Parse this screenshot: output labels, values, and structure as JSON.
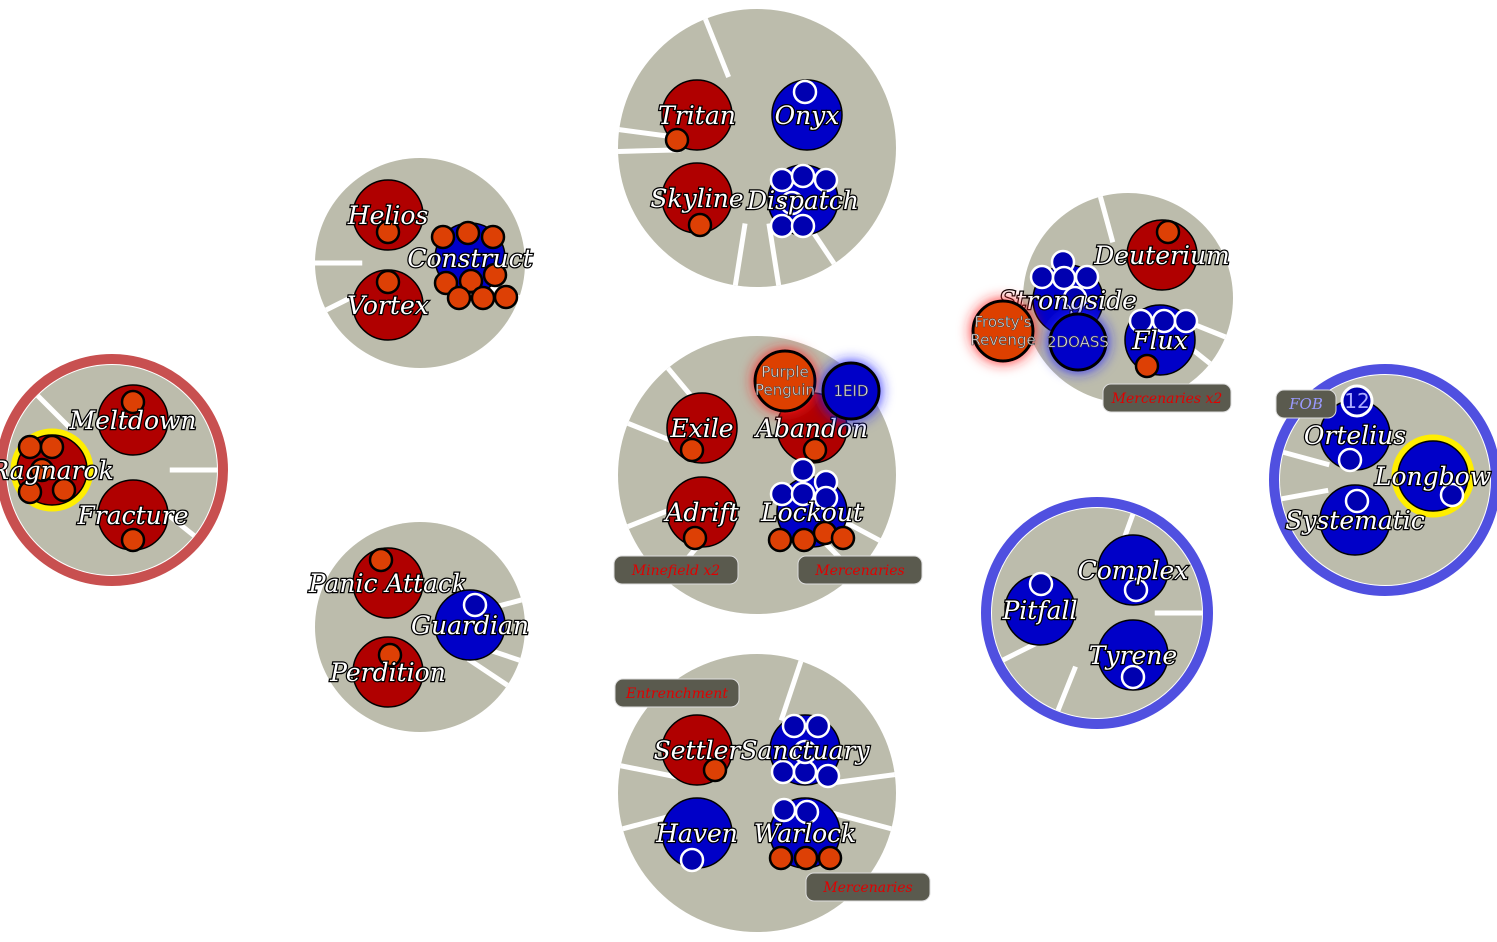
{
  "colors": {
    "red": "#b00000",
    "blue": "#0000c8",
    "orange": "#dd4005",
    "zone": "#bcbcac",
    "ring_red": "#c85050",
    "ring_blue": "#5050e0",
    "tag_bg": "#5a5a4e",
    "yellow": "#ffee00"
  },
  "zones": [
    {
      "id": "top-center",
      "bases": [
        {
          "name": "Tritan",
          "team": "red",
          "markers": {
            "team": "orange",
            "count": 1
          }
        },
        {
          "name": "Onyx",
          "team": "blue",
          "markers": {
            "team": "blue",
            "count": 1
          }
        },
        {
          "name": "Skyline",
          "team": "red",
          "markers": {
            "team": "orange",
            "count": 1
          }
        },
        {
          "name": "Dispatch",
          "team": "blue",
          "markers": {
            "team": "blue",
            "count": 6
          }
        }
      ]
    },
    {
      "id": "top-left",
      "bases": [
        {
          "name": "Helios",
          "team": "red",
          "markers": {
            "team": "orange",
            "count": 1
          }
        },
        {
          "name": "Construct",
          "team": "blue",
          "markers": {
            "team": "orange",
            "count": 8
          }
        },
        {
          "name": "Vortex",
          "team": "red",
          "markers": {
            "team": "orange",
            "count": 1
          }
        }
      ]
    },
    {
      "id": "left",
      "ring": "red",
      "bases": [
        {
          "name": "Meltdown",
          "team": "red",
          "markers": {
            "team": "orange",
            "count": 1
          }
        },
        {
          "name": "Ragnarok",
          "team": "red",
          "highlight": true,
          "markers": {
            "team": "orange",
            "count": 5
          }
        },
        {
          "name": "Fracture",
          "team": "red",
          "markers": {
            "team": "orange",
            "count": 1
          }
        }
      ]
    },
    {
      "id": "center",
      "bases": [
        {
          "name": "Exile",
          "team": "red",
          "markers": {
            "team": "orange",
            "count": 1
          }
        },
        {
          "name": "Abandon",
          "team": "red",
          "markers": {
            "team": "orange",
            "count": 1
          }
        },
        {
          "name": "Adrift",
          "team": "red",
          "markers": {
            "team": "orange",
            "count": 1
          }
        },
        {
          "name": "Lockout",
          "team": "blue",
          "markers": {
            "team": "mixed",
            "count": 9
          }
        }
      ],
      "squads": [
        {
          "name": "Purple Penguin",
          "team": "orange"
        },
        {
          "name": "1EID",
          "team": "blue"
        }
      ],
      "tags": [
        "Minefield x2",
        "Mercenaries"
      ]
    },
    {
      "id": "bottom-left",
      "bases": [
        {
          "name": "Panic Attack",
          "team": "red",
          "markers": {
            "team": "orange",
            "count": 1
          }
        },
        {
          "name": "Guardian",
          "team": "blue",
          "markers": {
            "team": "blue",
            "count": 1
          }
        },
        {
          "name": "Perdition",
          "team": "red",
          "markers": {
            "team": "orange",
            "count": 1
          }
        }
      ]
    },
    {
      "id": "bottom-center",
      "bases": [
        {
          "name": "Settler",
          "team": "red",
          "markers": {
            "team": "orange",
            "count": 1
          }
        },
        {
          "name": "Sanctuary",
          "team": "blue",
          "markers": {
            "team": "blue",
            "count": 6
          }
        },
        {
          "name": "Haven",
          "team": "blue",
          "markers": {
            "team": "blue",
            "count": 1
          }
        },
        {
          "name": "Warlock",
          "team": "blue",
          "markers": {
            "team": "mixed",
            "count": 5
          }
        }
      ],
      "tags": [
        "Entrenchment",
        "Mercenaries"
      ]
    },
    {
      "id": "right-top",
      "bases": [
        {
          "name": "Deuterium",
          "team": "red",
          "markers": {
            "team": "orange",
            "count": 1
          }
        },
        {
          "name": "Strongside",
          "team": "blue",
          "markers": {
            "team": "blue",
            "count": 5
          }
        },
        {
          "name": "Flux",
          "team": "blue",
          "markers": {
            "team": "mixed",
            "count": 4
          }
        }
      ],
      "squads": [
        {
          "name": "Frosty's Revenge",
          "team": "orange"
        },
        {
          "name": "2DOASS",
          "team": "blue"
        }
      ],
      "tags": [
        "Mercenaries x2"
      ]
    },
    {
      "id": "right-bottom",
      "ring": "blue",
      "bases": [
        {
          "name": "Complex",
          "team": "blue",
          "markers": {
            "team": "blue",
            "count": 1
          }
        },
        {
          "name": "Pitfall",
          "team": "blue",
          "markers": {
            "team": "blue",
            "count": 1
          }
        },
        {
          "name": "Tyrene",
          "team": "blue",
          "markers": {
            "team": "blue",
            "count": 1
          }
        }
      ]
    },
    {
      "id": "far-right",
      "ring": "blue",
      "bases": [
        {
          "name": "Ortelius",
          "team": "blue",
          "markers": {
            "team": "blue",
            "count": 1
          }
        },
        {
          "name": "Longbow",
          "team": "blue",
          "highlight": true,
          "markers": {
            "team": "blue",
            "count": 1
          }
        },
        {
          "name": "Systematic",
          "team": "blue",
          "markers": {
            "team": "blue",
            "count": 1
          }
        }
      ],
      "tags": [
        "FOB"
      ],
      "badge": "12"
    }
  ]
}
